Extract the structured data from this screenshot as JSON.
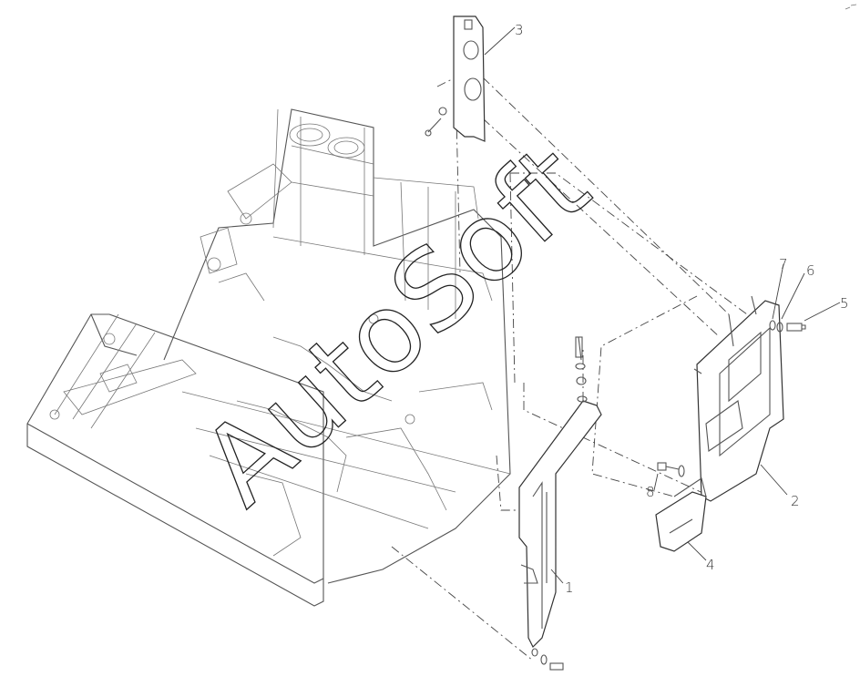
{
  "diagram": {
    "callouts": [
      {
        "id": "c1",
        "label": "1"
      },
      {
        "id": "c2",
        "label": "2"
      },
      {
        "id": "c3",
        "label": "3"
      },
      {
        "id": "c4",
        "label": "4"
      },
      {
        "id": "c5",
        "label": "5"
      },
      {
        "id": "c6",
        "label": "6"
      },
      {
        "id": "c7",
        "label": "7"
      },
      {
        "id": "c8",
        "label": "8"
      }
    ],
    "watermark": "AutoSoft"
  },
  "colors": {
    "line": "#555555",
    "background": "#ffffff"
  }
}
